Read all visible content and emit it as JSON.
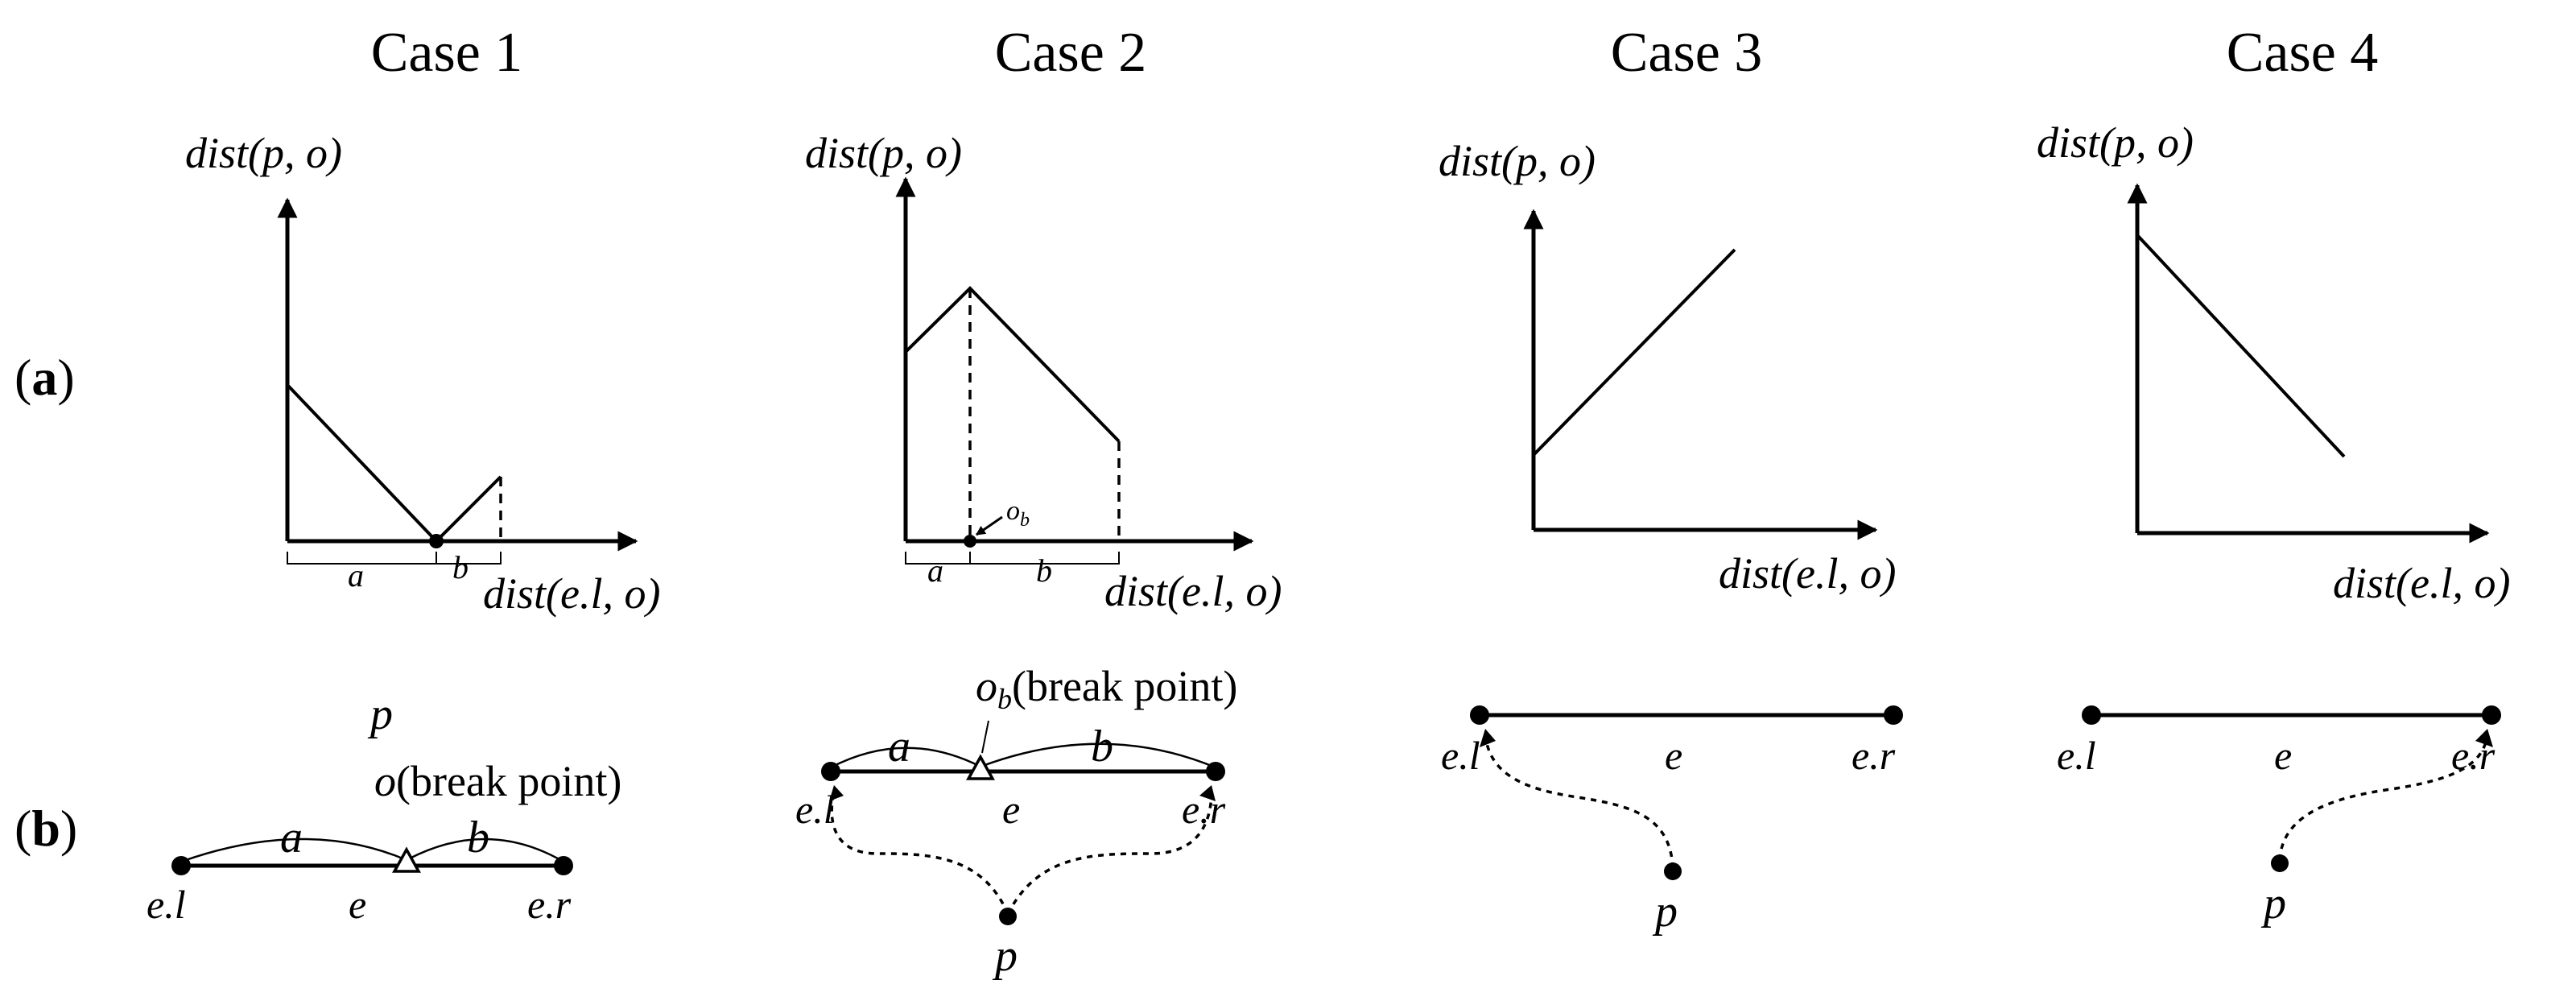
{
  "case_titles": [
    "Case 1",
    "Case 2",
    "Case 3",
    "Case 4"
  ],
  "row_labels": {
    "a": {
      "open": "(",
      "letter": "a",
      "close": ")"
    },
    "b": {
      "open": "(",
      "letter": "b",
      "close": ")"
    }
  },
  "axes": {
    "y_fn": "dist",
    "y_args": "(p, o)",
    "x_fn": "dist",
    "x_args": "(e.l, o)"
  },
  "segments": {
    "a": "a",
    "b": "b"
  },
  "nodes": {
    "left": "e.l",
    "right": "e.r",
    "edge": "e",
    "point": "p"
  },
  "breakpoints": {
    "case1_symbol": "o",
    "case2_symbol": "o",
    "case2_subscript": "b",
    "text": "(break point)"
  }
}
